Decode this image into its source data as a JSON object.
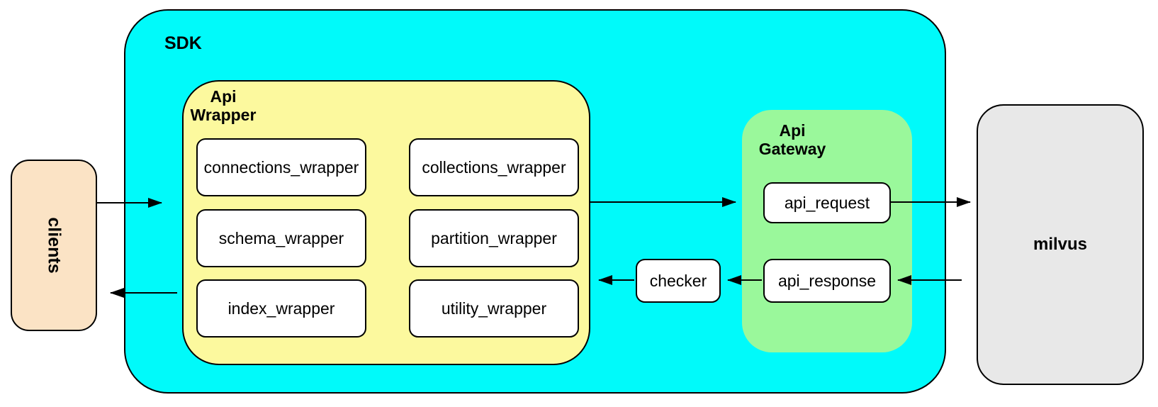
{
  "nodes": {
    "clients": {
      "label": "clients"
    },
    "sdk": {
      "label": "SDK"
    },
    "api_wrapper": {
      "label_line1": "Api",
      "label_line2": "Wrapper",
      "modules": [
        "connections_wrapper",
        "collections_wrapper",
        "schema_wrapper",
        "partition_wrapper",
        "index_wrapper",
        "utility_wrapper"
      ]
    },
    "checker": {
      "label": "checker"
    },
    "api_gateway": {
      "label_line1": "Api",
      "label_line2": "Gateway",
      "api_request": "api_request",
      "api_response": "api_response"
    },
    "milvus": {
      "label": "milvus"
    }
  },
  "edges": [
    {
      "from": "clients",
      "to": "sdk"
    },
    {
      "from": "api_wrapper",
      "to": "api_gateway"
    },
    {
      "from": "api_request",
      "to": "milvus"
    },
    {
      "from": "milvus",
      "to": "api_response"
    },
    {
      "from": "api_response",
      "to": "checker"
    },
    {
      "from": "checker",
      "to": "api_wrapper"
    },
    {
      "from": "sdk",
      "to": "clients"
    }
  ],
  "colors": {
    "sdk-fill": "#00FAFA",
    "wrapper-fill": "#FCF99E",
    "gateway-fill": "#9AF89B",
    "clients-fill": "#FBE3C5",
    "milvus-fill": "#E8E8E8",
    "node-fill": "#FFFFFF",
    "stroke": "#000000"
  }
}
